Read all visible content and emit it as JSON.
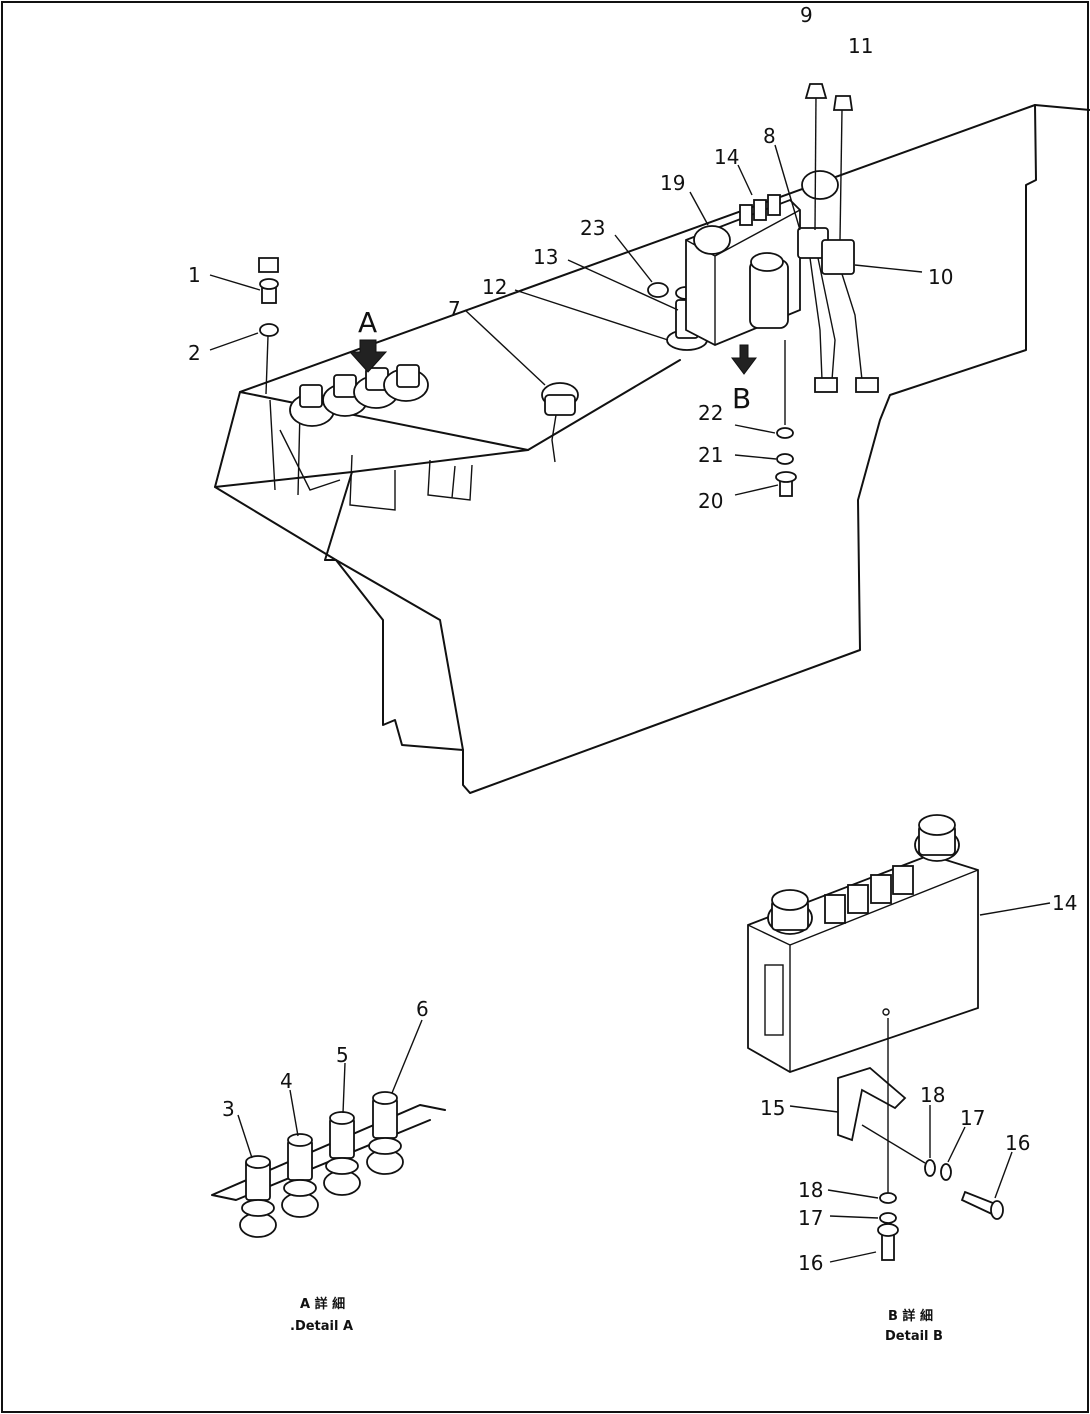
{
  "callouts": {
    "c1": "1",
    "c2": "2",
    "c7": "7",
    "c12": "12",
    "c13": "13",
    "c23": "23",
    "c19": "19",
    "c14": "14",
    "c8": "8",
    "c9": "9",
    "c11": "11",
    "c10": "10",
    "c22": "22",
    "c21": "21",
    "c20": "20",
    "d3": "3",
    "d4": "4",
    "d5": "5",
    "d6": "6",
    "b14": "14",
    "b15": "15",
    "b18a": "18",
    "b17a": "17",
    "b16a": "16",
    "b18b": "18",
    "b17b": "17",
    "b16b": "16"
  },
  "view_markers": {
    "a": "A",
    "b": "B"
  },
  "captions": {
    "detail_a_jp": "A 詳 細",
    "detail_a": ".Detail A",
    "detail_b_jp": "B 詳 細",
    "detail_b": "Detail B"
  }
}
